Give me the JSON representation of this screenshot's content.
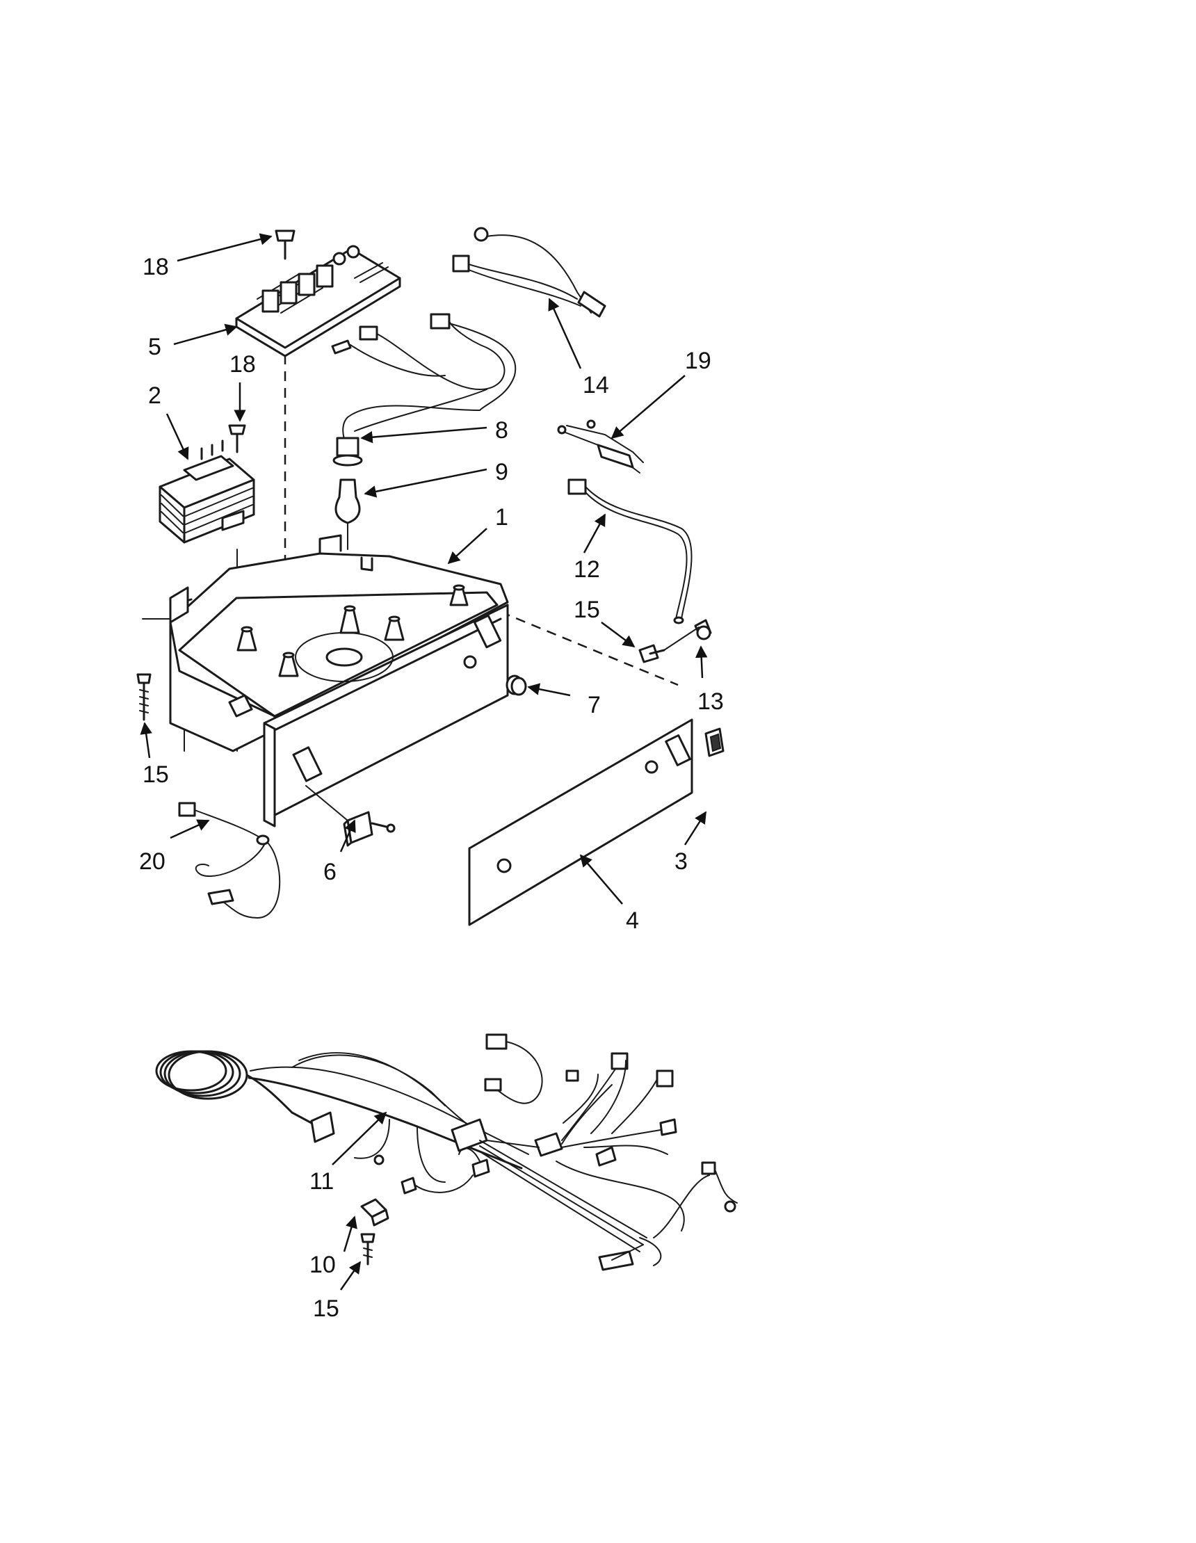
{
  "callouts": [
    {
      "id": "18a",
      "text": "18"
    },
    {
      "id": "5",
      "text": "5"
    },
    {
      "id": "18b",
      "text": "18"
    },
    {
      "id": "2",
      "text": "2"
    },
    {
      "id": "14",
      "text": "14"
    },
    {
      "id": "19",
      "text": "19"
    },
    {
      "id": "8",
      "text": "8"
    },
    {
      "id": "9",
      "text": "9"
    },
    {
      "id": "1",
      "text": "1"
    },
    {
      "id": "12",
      "text": "12"
    },
    {
      "id": "15a",
      "text": "15"
    },
    {
      "id": "7",
      "text": "7"
    },
    {
      "id": "13",
      "text": "13"
    },
    {
      "id": "15b",
      "text": "15"
    },
    {
      "id": "20",
      "text": "20"
    },
    {
      "id": "6",
      "text": "6"
    },
    {
      "id": "3",
      "text": "3"
    },
    {
      "id": "4",
      "text": "4"
    },
    {
      "id": "11",
      "text": "11"
    },
    {
      "id": "10",
      "text": "10"
    },
    {
      "id": "15c",
      "text": "15"
    }
  ]
}
